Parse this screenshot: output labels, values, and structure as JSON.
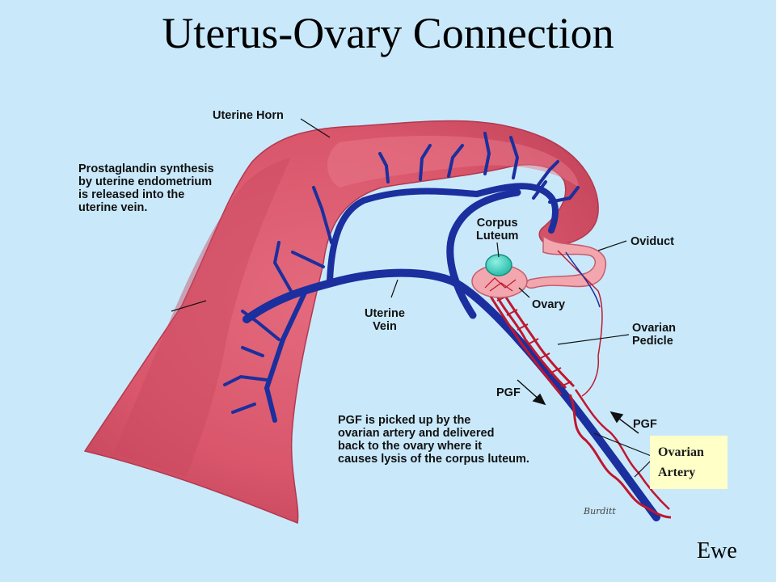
{
  "title": "Uterus-Ovary Connection",
  "labels": {
    "uterine_horn": "Uterine Horn",
    "prostaglandin_note": [
      "Prostaglandin synthesis",
      "by uterine endometrium",
      "is released into the",
      "uterine vein."
    ],
    "corpus_luteum": [
      "Corpus",
      "Luteum"
    ],
    "oviduct": "Oviduct",
    "ovary": "Ovary",
    "ovarian_pedicle": [
      "Ovarian",
      "Pedicle"
    ],
    "uterine_vein": [
      "Uterine",
      "Vein"
    ],
    "pgf_left": "PGF",
    "pgf_right": "PGF",
    "pgf_note": [
      "PGF is picked up by the",
      "ovarian artery and delivered",
      "back to the ovary where it",
      "causes lysis of the corpus luteum."
    ],
    "ovarian_artery": [
      "Ovarian",
      "Artery"
    ],
    "species": "Ewe",
    "signature": "Burditt"
  },
  "colors": {
    "background": "#c9e9fb",
    "uterus": "#d9566b",
    "uterus_dark": "#b83a50",
    "vein": "#1b2f9e",
    "artery": "#c0172e",
    "corpus_luteum": "#3fd6c2",
    "ovary": "#f1a7ad",
    "callout_box": "#ffffc8"
  }
}
